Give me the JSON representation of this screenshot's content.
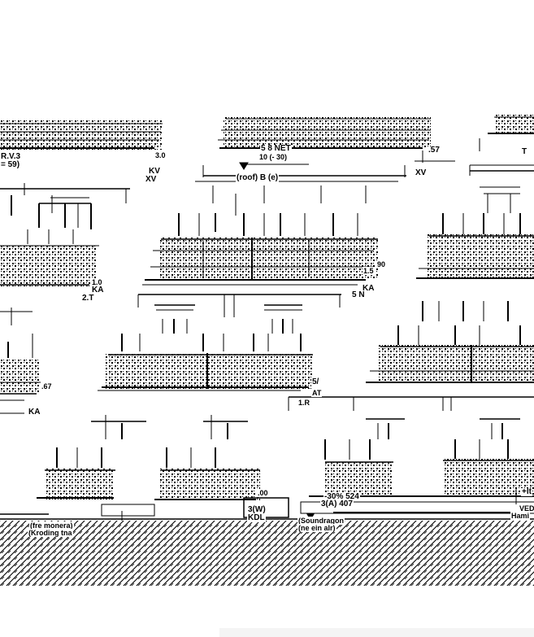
{
  "diagram": {
    "labels": {
      "top_left_1": "R.V.3",
      "top_left_2": "= 59)",
      "top_left_3": "KV",
      "top_left_4": "XV",
      "top_left_5": "3.0",
      "top_center_1": "5 8 NET",
      "top_center_2": "10 (- 30)",
      "top_center_3": "(roof) B (e)",
      "top_right_1": "XV",
      "top_right_2": ".57",
      "top_right_3": "T",
      "mid_left_1": "1.0",
      "mid_left_2": "KA",
      "mid_left_3": "2.T",
      "mid_center_1": "1.5",
      "mid_center_2": "90",
      "mid_center_3": "KA",
      "mid_center_4": "5 N",
      "lower_left_1": ".67",
      "lower_left_2": "KA",
      "lower_center_1": "5/",
      "lower_center_2": "AT",
      "lower_center_3": "1.R",
      "bottom_1": "(fre monera)",
      "bottom_2": "(Kroding tna",
      "bottom_3": ".00",
      "bottom_4": "3(W)",
      "bottom_5": "KDL",
      "bottom_6": "-30% 524",
      "bottom_7": "3(A) 407",
      "bottom_8": "(Soundragon",
      "bottom_9": "(ne ein alr)",
      "bottom_10": "+lt",
      "bottom_11": "VED",
      "bottom_12": "Hami"
    }
  }
}
